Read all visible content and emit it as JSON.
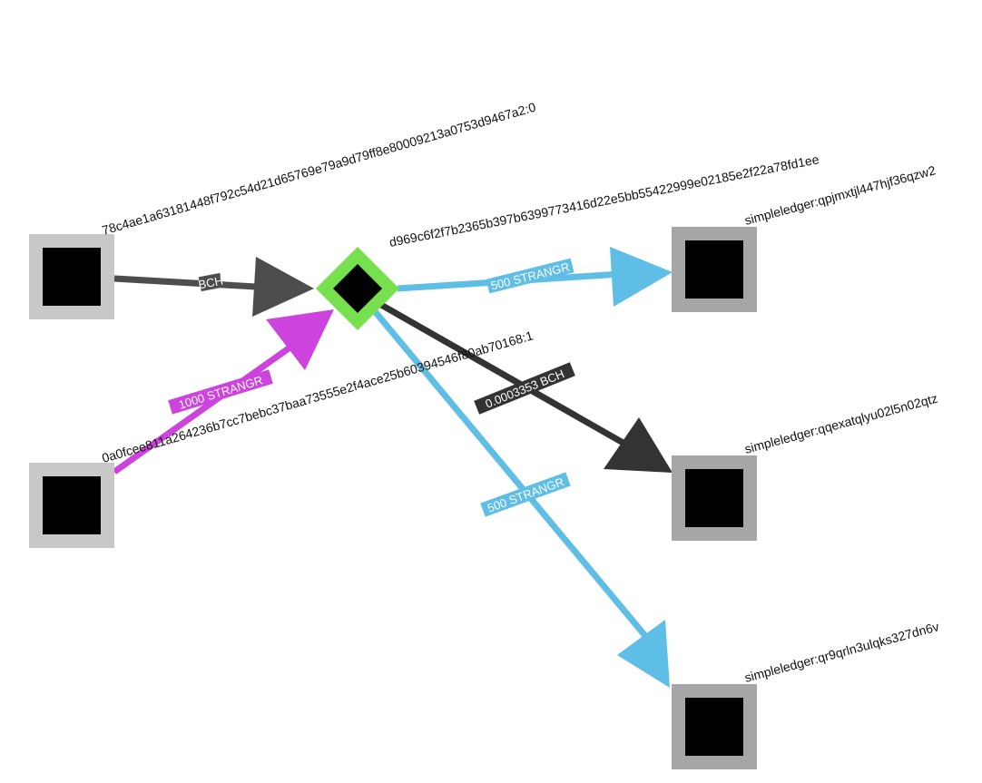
{
  "colors": {
    "background": "#ffffff",
    "utxo_border_input": "#c8c8c8",
    "utxo_border_output": "#a6a6a6",
    "utxo_fill": "#000000",
    "tx_border": "#77e04e",
    "tx_fill": "#000000",
    "edge_bch_in": "#4d4d4d",
    "edge_bch_out": "#333333",
    "edge_token_in": "#cc44dd",
    "edge_token_out": "#5fbee6"
  },
  "graph": {
    "nodes": {
      "input_utxo_1": {
        "label": "78c4ae1a63181448f792c54d21d65769e79a9d79ff8e80009213a0753d9467a2:0",
        "shape": "square-icon"
      },
      "input_utxo_2": {
        "label": "0a0fcee811a264236b7cc7bebc37baa73555e2f4ace25b60394546f80ab70168:1",
        "shape": "square-icon"
      },
      "transaction": {
        "label": "d969c6f2f7b2365b397b6399773416d22e5bb55422999e02185e2f22a78fd1ee",
        "shape": "diamond-icon"
      },
      "output_address_1": {
        "label": "simpleledger:qpjmxtjl447hjf36qzw2",
        "shape": "square-icon"
      },
      "output_address_2": {
        "label": "simpleledger:qqexatqlyu02l5n02qtz",
        "shape": "square-icon"
      },
      "output_address_3": {
        "label": "simpleledger:qr9qrln3ulqks327dn6v",
        "shape": "square-icon"
      }
    },
    "edges": {
      "edge_in_1": {
        "from": "input_utxo_1",
        "to": "transaction",
        "label": "BCH"
      },
      "edge_in_2": {
        "from": "input_utxo_2",
        "to": "transaction",
        "label": "1000 STRANGR"
      },
      "edge_out_1": {
        "from": "transaction",
        "to": "output_address_1",
        "label": "500 STRANGR"
      },
      "edge_out_2": {
        "from": "transaction",
        "to": "output_address_2",
        "label": "0.0003353 BCH"
      },
      "edge_out_3": {
        "from": "transaction",
        "to": "output_address_3",
        "label": "500 STRANGR"
      }
    }
  }
}
